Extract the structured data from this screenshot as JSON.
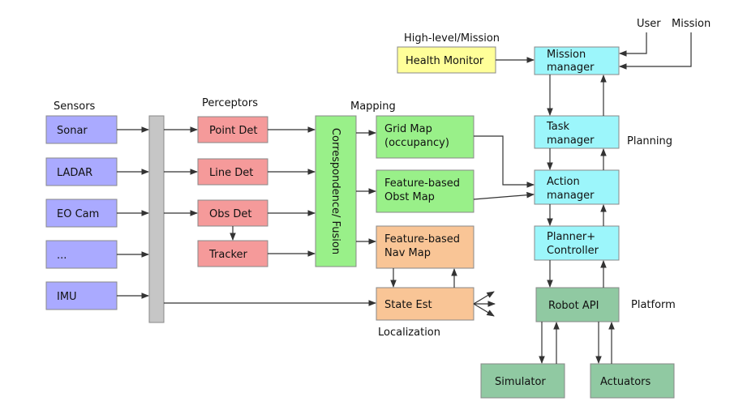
{
  "section_labels": {
    "sensors": "Sensors",
    "perceptors": "Perceptors",
    "mapping": "Mapping",
    "high_level": "High-level/Mission",
    "planning": "Planning",
    "platform": "Platform",
    "localization": "Localization",
    "user": "User",
    "mission": "Mission"
  },
  "sensors": {
    "sonar": "Sonar",
    "ladar": "LADAR",
    "eo_cam": "EO Cam",
    "more": "...",
    "imu": "IMU"
  },
  "perceptors": {
    "point_det": "Point Det",
    "line_det": "Line Det",
    "obs_det": "Obs Det",
    "tracker": "Tracker"
  },
  "fusion": {
    "label": "Correspondence/ Fusion"
  },
  "maps": {
    "grid_map_1": "Grid Map",
    "grid_map_2": "(occupancy)",
    "obst_map_1": "Feature-based",
    "obst_map_2": "Obst Map",
    "nav_map_1": "Feature-based",
    "nav_map_2": "Nav Map",
    "state_est": "State Est"
  },
  "control": {
    "health_monitor": "Health Monitor",
    "mission_manager_1": "Mission",
    "mission_manager_2": "manager",
    "task_manager_1": "Task",
    "task_manager_2": "manager",
    "action_manager_1": "Action",
    "action_manager_2": "manager",
    "planner_1": "Planner+",
    "planner_2": "Controller"
  },
  "platform": {
    "robot_api": "Robot API",
    "simulator": "Simulator",
    "actuators": "Actuators"
  },
  "colors": {
    "sensor": "#aaaaff",
    "perceptor": "#f59a9a",
    "map_green": "#99f089",
    "nav_orange": "#f9c596",
    "monitor_yellow": "#ffff99",
    "manager_cyan": "#9cf6fb",
    "platform_green": "#90c9a2",
    "bus_gray": "#c6c6c6"
  }
}
